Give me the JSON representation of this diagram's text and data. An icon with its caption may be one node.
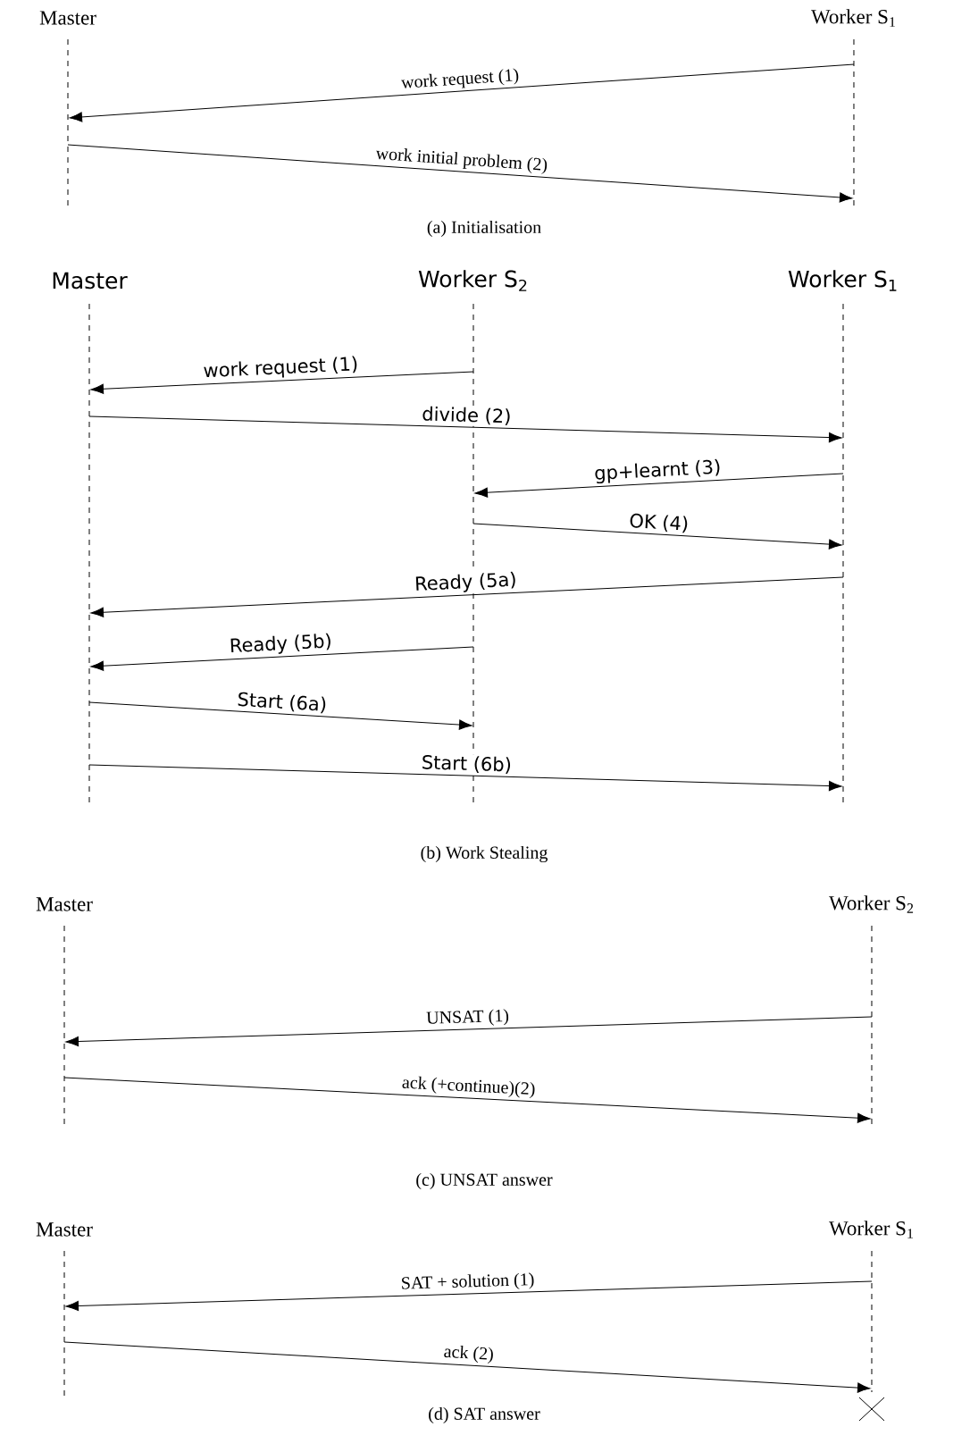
{
  "diagram": {
    "nodes": [
      {
        "text": [],
        "shape": "line",
        "beside": [
          "Master"
        ]
      },
      {
        "text": [],
        "shape": "line",
        "beside": [
          "Worker S$_{1}$"
        ]
      },
      {
        "text": [],
        "shape": "line",
        "beside": [
          "Master"
        ]
      },
      {
        "text": [],
        "shape": "line",
        "beside": [
          "Worker S$_{2}$"
        ]
      },
      {
        "text": [],
        "shape": "line",
        "beside": [
          "Worker S$_{1}$"
        ]
      },
      {
        "text": [],
        "shape": "line",
        "beside": [
          "Master"
        ]
      },
      {
        "text": [],
        "shape": "line",
        "beside": [
          "Worker S$_{2}$"
        ]
      },
      {
        "text": [],
        "shape": "line",
        "beside": [
          "Master"
        ]
      },
      {
        "text": [],
        "shape": "line",
        "beside": [
          "Worker S$_{1}$"
        ]
      }
    ],
    "edges": [
      {
        "from": 1,
        "to": 0,
        "arrow": "to",
        "label": "work request (1)"
      },
      {
        "from": 0,
        "to": 1,
        "arrow": "to",
        "label": "work initial problem (2)"
      },
      {
        "from": 3,
        "to": 2,
        "arrow": "to",
        "label": "work request (1)"
      },
      {
        "from": 2,
        "to": 4,
        "arrow": "to",
        "label": "divide (2)"
      },
      {
        "from": 4,
        "to": 3,
        "arrow": "to",
        "label": "gp+learnt (3)"
      },
      {
        "from": 3,
        "to": 4,
        "arrow": "to",
        "label": "OK (4)"
      },
      {
        "from": 4,
        "to": 2,
        "arrow": "to",
        "label": "Ready (5a)"
      },
      {
        "from": 3,
        "to": 2,
        "arrow": "to",
        "label": "Ready (5b)"
      },
      {
        "from": 2,
        "to": 3,
        "arrow": "to",
        "label": "Start (6a)"
      },
      {
        "from": 2,
        "to": 4,
        "arrow": "to",
        "label": "Start (6b)"
      },
      {
        "from": 6,
        "to": 5,
        "arrow": "to",
        "label": "UNSAT (1)"
      },
      {
        "from": 5,
        "to": 6,
        "arrow": "to",
        "label": "ack (+continue)(2)"
      },
      {
        "from": 8,
        "to": 7,
        "arrow": "to",
        "label": "SAT + solution (1)"
      },
      {
        "from": 7,
        "to": 8,
        "arrow": "to",
        "label": "ack (2)"
      }
    ],
    "labels": [
      "(a) Initialisation",
      "(b) Work Stealing",
      "(c) UNSAT answer",
      "(d) SAT answer"
    ]
  }
}
